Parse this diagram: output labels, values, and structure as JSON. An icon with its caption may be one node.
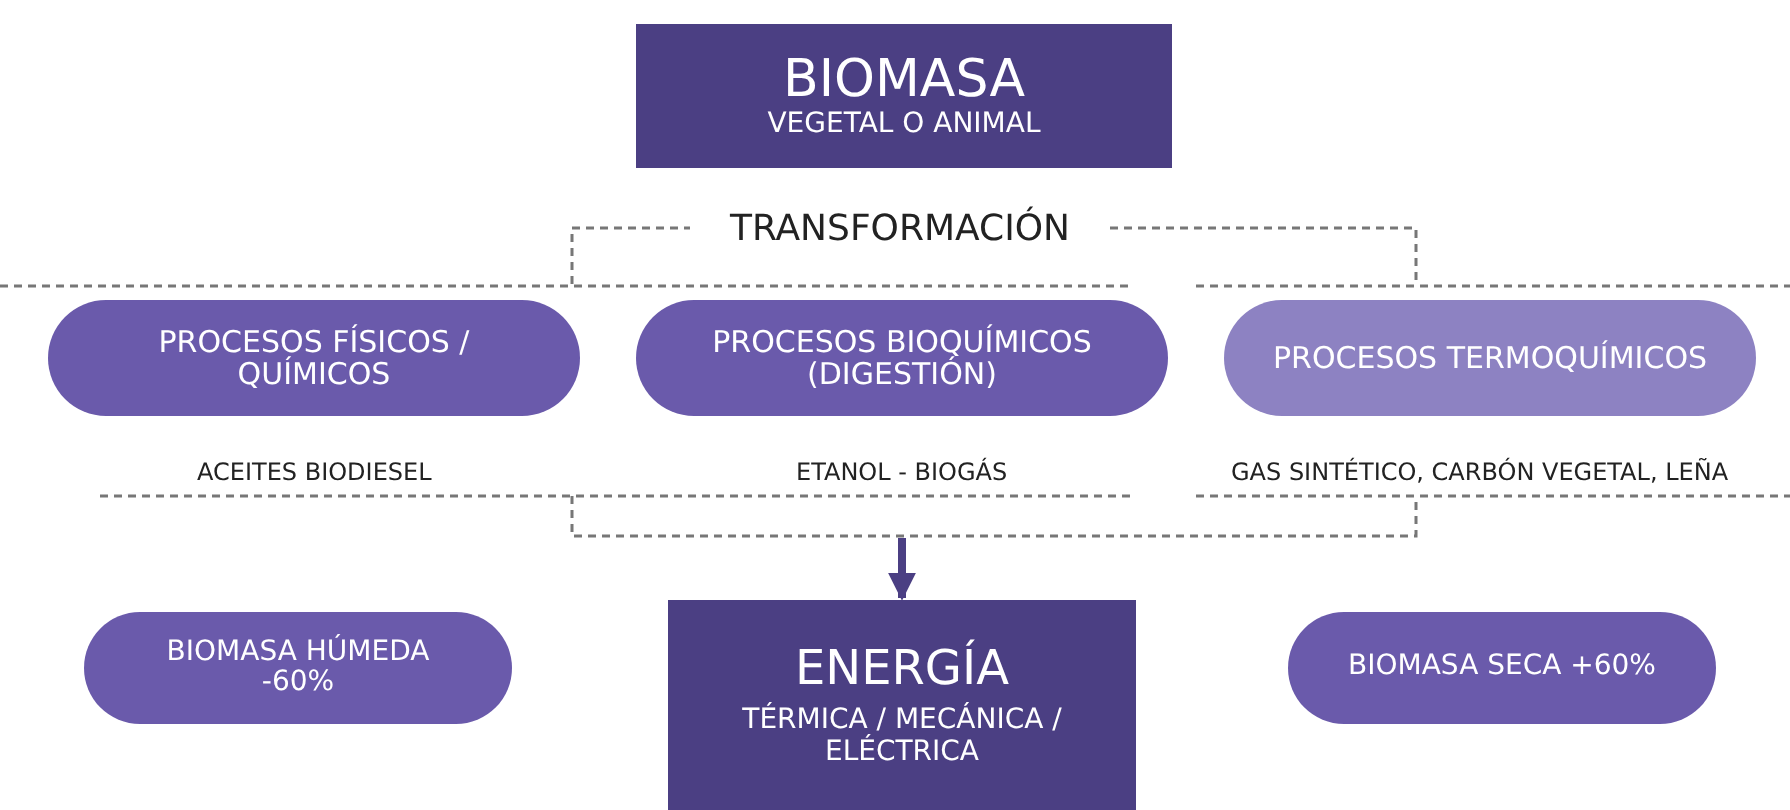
{
  "diagram": {
    "nodes": [
      {
        "text": [
          "BIOMASA",
          "VEGETAL O ANIMAL"
        ]
      },
      {
        "text": [
          "TRANSFORMACIÓN"
        ]
      },
      {
        "text": [
          "PROCESOS FÍSICOS / QUÍMICOS"
        ]
      },
      {
        "text": [
          "PROCESOS BIOQUÍMICOS (DIGESTIÓN)"
        ]
      },
      {
        "text": [
          "PROCESOS TERMOQUÍMICOS"
        ]
      },
      {
        "text": [
          "ENERGÍA",
          "TÉRMICA / MECÁNICA / ELÉCTRICA"
        ]
      },
      {
        "text": [
          "BIOMASA HÚMEDA -60%"
        ]
      },
      {
        "text": [
          "BIOMASA SECA +60%"
        ]
      }
    ],
    "edges": [
      {
        "from": null,
        "to": 5,
        "arrow": "to"
      }
    ],
    "labels": [
      "ACEITES BIODIESEL",
      "ETANOL - BIOGÁS",
      "GAS SINTÉTICO, CARBÓN VEGETAL, LEÑA"
    ]
  }
}
